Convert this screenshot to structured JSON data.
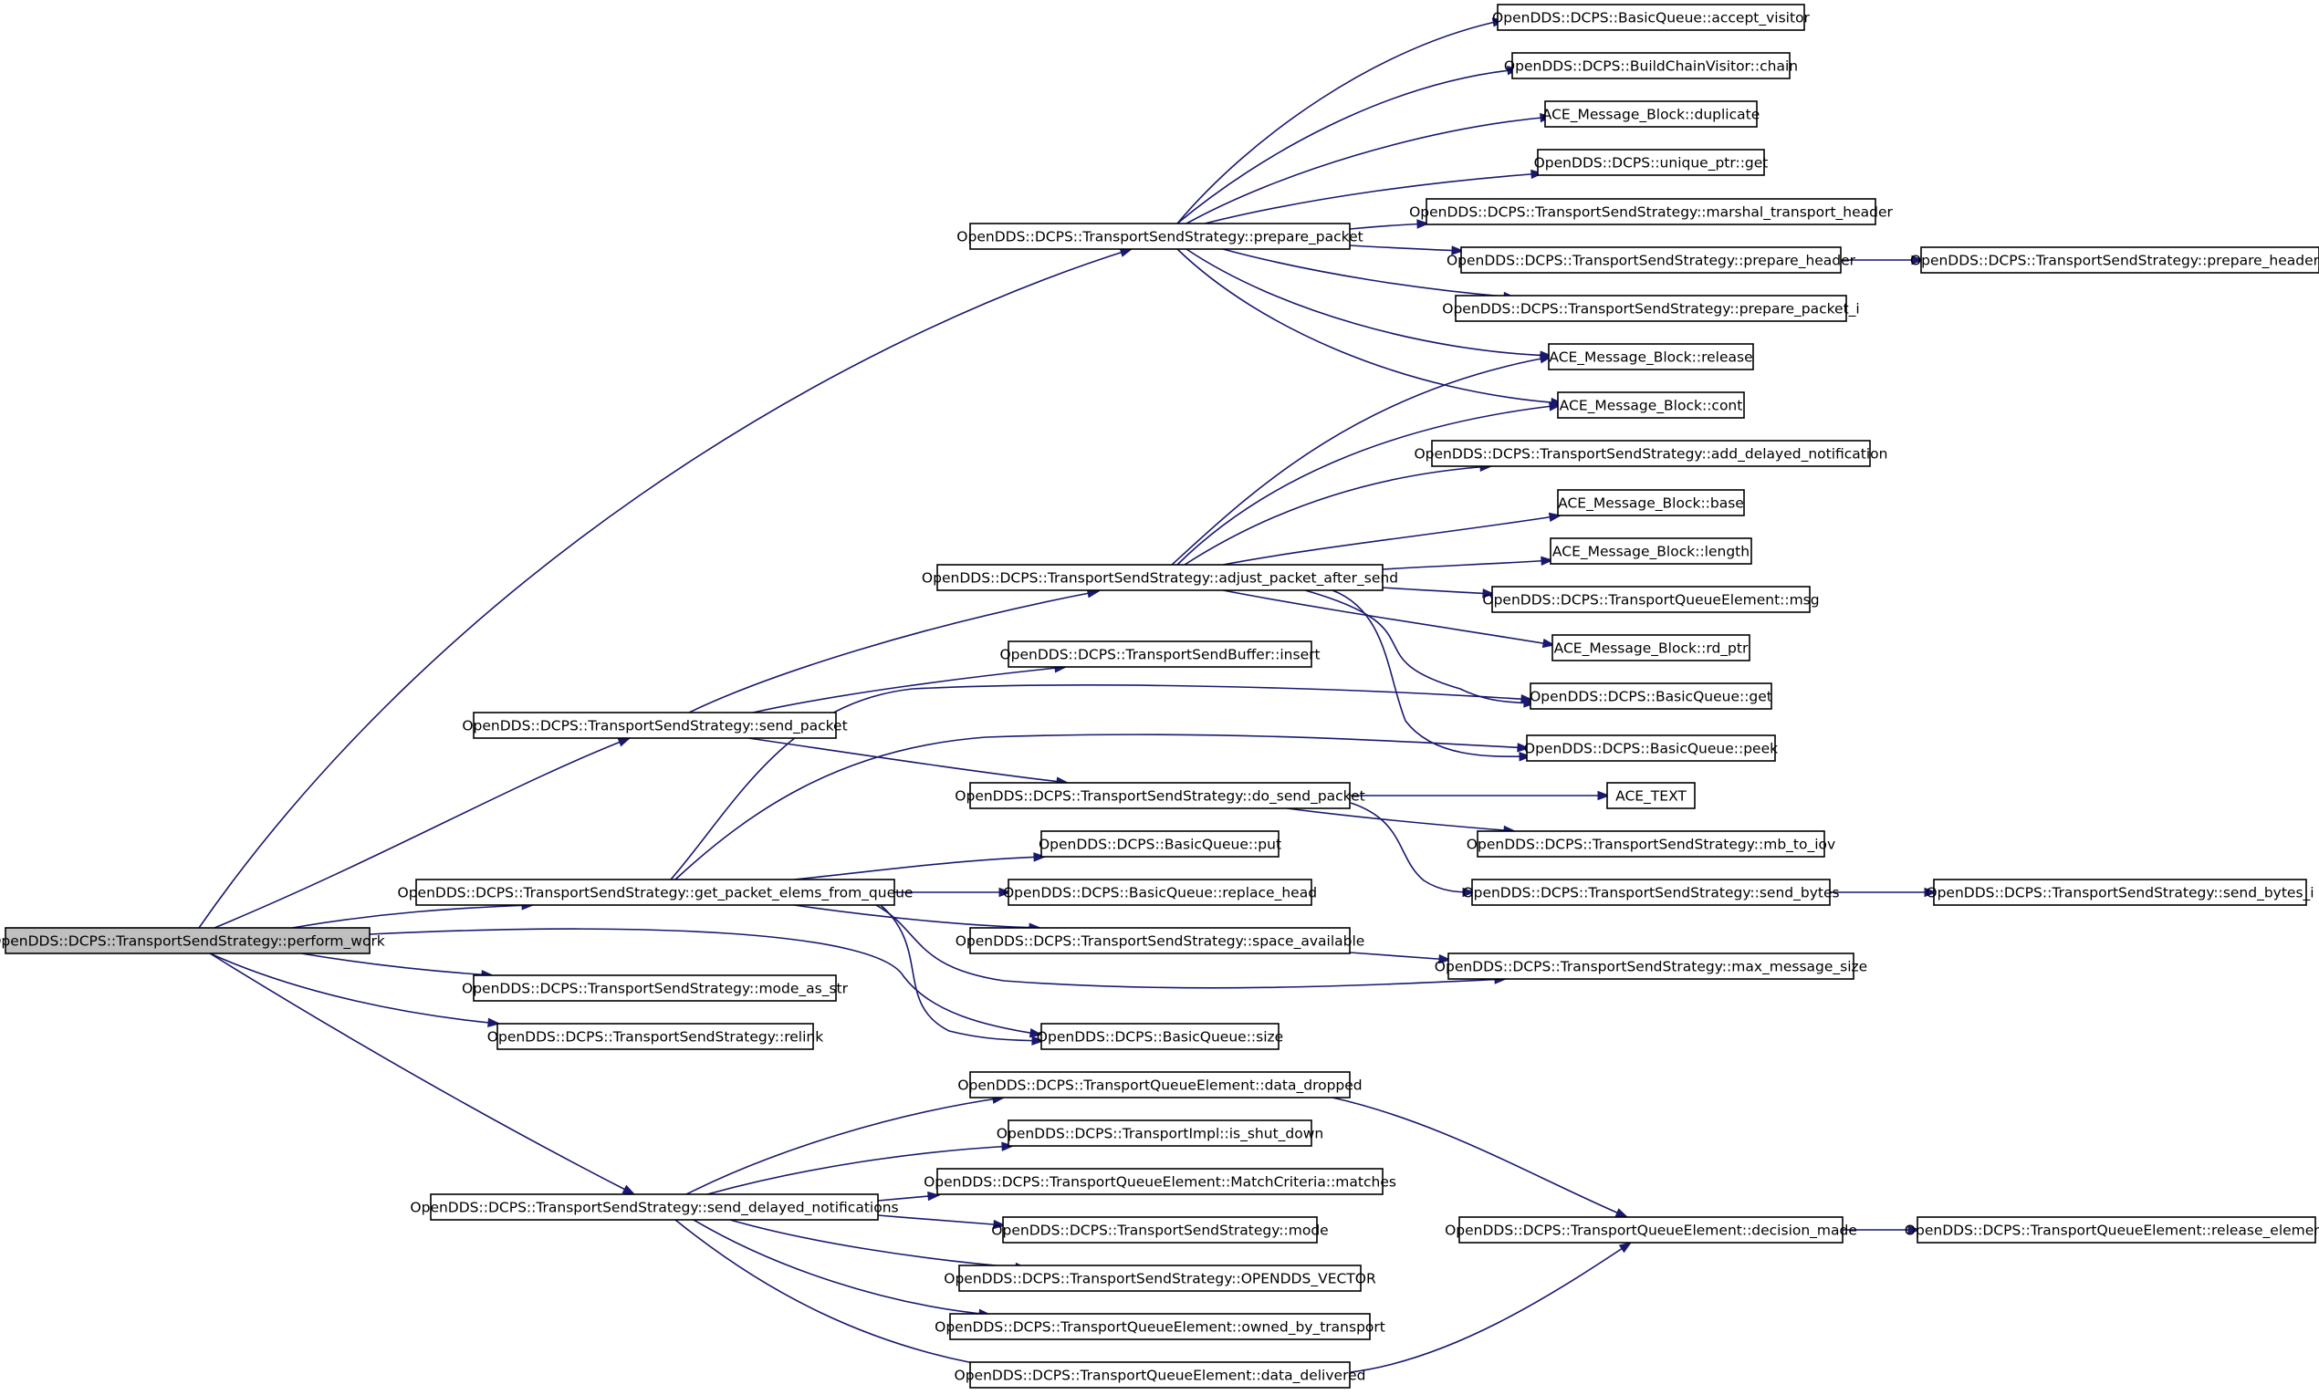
{
  "graph": {
    "edge_color": "#191970",
    "root_fill": "#bfbfbf",
    "nodes": [
      {
        "id": "perform_work",
        "label": "OpenDDS::DCPS::TransportSendStrategy::perform_work",
        "root": true
      },
      {
        "id": "prepare_packet",
        "label": "OpenDDS::DCPS::TransportSendStrategy::prepare_packet"
      },
      {
        "id": "send_packet",
        "label": "OpenDDS::DCPS::TransportSendStrategy::send_packet"
      },
      {
        "id": "get_packet_elems",
        "label": "OpenDDS::DCPS::TransportSendStrategy::get_packet_elems_from_queue"
      },
      {
        "id": "mode_as_str",
        "label": "OpenDDS::DCPS::TransportSendStrategy::mode_as_str"
      },
      {
        "id": "relink",
        "label": "OpenDDS::DCPS::TransportSendStrategy::relink"
      },
      {
        "id": "send_delayed",
        "label": "OpenDDS::DCPS::TransportSendStrategy::send_delayed_notifications"
      },
      {
        "id": "adjust_packet",
        "label": "OpenDDS::DCPS::TransportSendStrategy::adjust_packet_after_send"
      },
      {
        "id": "buf_insert",
        "label": "OpenDDS::DCPS::TransportSendBuffer::insert"
      },
      {
        "id": "do_send_packet",
        "label": "OpenDDS::DCPS::TransportSendStrategy::do_send_packet"
      },
      {
        "id": "bq_put",
        "label": "OpenDDS::DCPS::BasicQueue::put"
      },
      {
        "id": "bq_replace_head",
        "label": "OpenDDS::DCPS::BasicQueue::replace_head"
      },
      {
        "id": "space_available",
        "label": "OpenDDS::DCPS::TransportSendStrategy::space_available"
      },
      {
        "id": "bq_size",
        "label": "OpenDDS::DCPS::BasicQueue::size"
      },
      {
        "id": "data_dropped",
        "label": "OpenDDS::DCPS::TransportQueueElement::data_dropped"
      },
      {
        "id": "is_shut_down",
        "label": "OpenDDS::DCPS::TransportImpl::is_shut_down"
      },
      {
        "id": "matches",
        "label": "OpenDDS::DCPS::TransportQueueElement::MatchCriteria::matches"
      },
      {
        "id": "mode",
        "label": "OpenDDS::DCPS::TransportSendStrategy::mode"
      },
      {
        "id": "opendds_vector",
        "label": "OpenDDS::DCPS::TransportSendStrategy::OPENDDS_VECTOR"
      },
      {
        "id": "owned_by_transport",
        "label": "OpenDDS::DCPS::TransportQueueElement::owned_by_transport"
      },
      {
        "id": "data_delivered",
        "label": "OpenDDS::DCPS::TransportQueueElement::data_delivered"
      },
      {
        "id": "accept_visitor",
        "label": "OpenDDS::DCPS::BasicQueue::accept_visitor"
      },
      {
        "id": "chain",
        "label": "OpenDDS::DCPS::BuildChainVisitor::chain"
      },
      {
        "id": "duplicate",
        "label": "ACE_Message_Block::duplicate"
      },
      {
        "id": "unique_ptr_get",
        "label": "OpenDDS::DCPS::unique_ptr::get"
      },
      {
        "id": "marshal_header",
        "label": "OpenDDS::DCPS::TransportSendStrategy::marshal_transport_header"
      },
      {
        "id": "prepare_header",
        "label": "OpenDDS::DCPS::TransportSendStrategy::prepare_header"
      },
      {
        "id": "prepare_packet_i",
        "label": "OpenDDS::DCPS::TransportSendStrategy::prepare_packet_i"
      },
      {
        "id": "mb_release",
        "label": "ACE_Message_Block::release"
      },
      {
        "id": "mb_cont",
        "label": "ACE_Message_Block::cont"
      },
      {
        "id": "add_delayed",
        "label": "OpenDDS::DCPS::TransportSendStrategy::add_delayed_notification"
      },
      {
        "id": "mb_base",
        "label": "ACE_Message_Block::base"
      },
      {
        "id": "mb_length",
        "label": "ACE_Message_Block::length"
      },
      {
        "id": "tqe_msg",
        "label": "OpenDDS::DCPS::TransportQueueElement::msg"
      },
      {
        "id": "mb_rd_ptr",
        "label": "ACE_Message_Block::rd_ptr"
      },
      {
        "id": "bq_get",
        "label": "OpenDDS::DCPS::BasicQueue::get"
      },
      {
        "id": "bq_peek",
        "label": "OpenDDS::DCPS::BasicQueue::peek"
      },
      {
        "id": "ace_text",
        "label": "ACE_TEXT"
      },
      {
        "id": "mb_to_iov",
        "label": "OpenDDS::DCPS::TransportSendStrategy::mb_to_iov"
      },
      {
        "id": "send_bytes",
        "label": "OpenDDS::DCPS::TransportSendStrategy::send_bytes"
      },
      {
        "id": "max_message_size",
        "label": "OpenDDS::DCPS::TransportSendStrategy::max_message_size"
      },
      {
        "id": "decision_made",
        "label": "OpenDDS::DCPS::TransportQueueElement::decision_made"
      },
      {
        "id": "prepare_header_i",
        "label": "OpenDDS::DCPS::TransportSendStrategy::prepare_header_i"
      },
      {
        "id": "send_bytes_i",
        "label": "OpenDDS::DCPS::TransportSendStrategy::send_bytes_i"
      },
      {
        "id": "release_element",
        "label": "OpenDDS::DCPS::TransportQueueElement::release_element"
      }
    ],
    "edges": [
      [
        "perform_work",
        "prepare_packet"
      ],
      [
        "perform_work",
        "send_packet"
      ],
      [
        "perform_work",
        "get_packet_elems"
      ],
      [
        "perform_work",
        "mode_as_str"
      ],
      [
        "perform_work",
        "relink"
      ],
      [
        "perform_work",
        "send_delayed"
      ],
      [
        "perform_work",
        "bq_size"
      ],
      [
        "prepare_packet",
        "accept_visitor"
      ],
      [
        "prepare_packet",
        "chain"
      ],
      [
        "prepare_packet",
        "duplicate"
      ],
      [
        "prepare_packet",
        "unique_ptr_get"
      ],
      [
        "prepare_packet",
        "marshal_header"
      ],
      [
        "prepare_packet",
        "prepare_header"
      ],
      [
        "prepare_packet",
        "prepare_packet_i"
      ],
      [
        "prepare_packet",
        "mb_release"
      ],
      [
        "prepare_packet",
        "mb_cont"
      ],
      [
        "prepare_header",
        "prepare_header_i"
      ],
      [
        "send_packet",
        "adjust_packet"
      ],
      [
        "send_packet",
        "buf_insert"
      ],
      [
        "send_packet",
        "do_send_packet"
      ],
      [
        "adjust_packet",
        "mb_release"
      ],
      [
        "adjust_packet",
        "mb_cont"
      ],
      [
        "adjust_packet",
        "add_delayed"
      ],
      [
        "adjust_packet",
        "mb_base"
      ],
      [
        "adjust_packet",
        "mb_length"
      ],
      [
        "adjust_packet",
        "tqe_msg"
      ],
      [
        "adjust_packet",
        "mb_rd_ptr"
      ],
      [
        "adjust_packet",
        "bq_get"
      ],
      [
        "adjust_packet",
        "bq_peek"
      ],
      [
        "do_send_packet",
        "ace_text"
      ],
      [
        "do_send_packet",
        "mb_to_iov"
      ],
      [
        "do_send_packet",
        "send_bytes"
      ],
      [
        "send_bytes",
        "send_bytes_i"
      ],
      [
        "get_packet_elems",
        "bq_get"
      ],
      [
        "get_packet_elems",
        "bq_peek"
      ],
      [
        "get_packet_elems",
        "bq_put"
      ],
      [
        "get_packet_elems",
        "bq_replace_head"
      ],
      [
        "get_packet_elems",
        "space_available"
      ],
      [
        "get_packet_elems",
        "max_message_size"
      ],
      [
        "get_packet_elems",
        "bq_size"
      ],
      [
        "space_available",
        "max_message_size"
      ],
      [
        "send_delayed",
        "data_dropped"
      ],
      [
        "send_delayed",
        "is_shut_down"
      ],
      [
        "send_delayed",
        "matches"
      ],
      [
        "send_delayed",
        "mode"
      ],
      [
        "send_delayed",
        "opendds_vector"
      ],
      [
        "send_delayed",
        "owned_by_transport"
      ],
      [
        "send_delayed",
        "data_delivered"
      ],
      [
        "data_dropped",
        "decision_made"
      ],
      [
        "data_delivered",
        "decision_made"
      ],
      [
        "decision_made",
        "release_element"
      ]
    ]
  }
}
